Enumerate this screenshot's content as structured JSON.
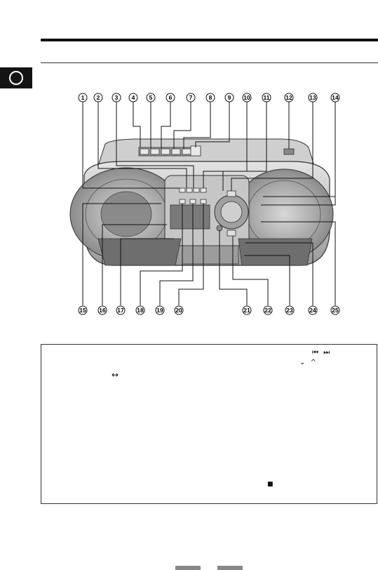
{
  "figure": {
    "callouts": [
      {
        "n": 1,
        "label": "①"
      },
      {
        "n": 2,
        "label": "②"
      },
      {
        "n": 3,
        "label": "③"
      },
      {
        "n": 4,
        "label": "④"
      },
      {
        "n": 5,
        "label": "⑤"
      },
      {
        "n": 6,
        "label": "⑥"
      },
      {
        "n": 7,
        "label": "⑦"
      },
      {
        "n": 8,
        "label": "⑧"
      },
      {
        "n": 9,
        "label": "⑨"
      },
      {
        "n": 10,
        "label": "⑩"
      },
      {
        "n": 11,
        "label": "⑪"
      },
      {
        "n": 12,
        "label": "⑫"
      },
      {
        "n": 13,
        "label": "⑬"
      },
      {
        "n": 14,
        "label": "⑭"
      },
      {
        "n": 15,
        "label": "⑮"
      },
      {
        "n": 16,
        "label": "⑯"
      },
      {
        "n": 17,
        "label": "⑰"
      },
      {
        "n": 18,
        "label": "⑱"
      },
      {
        "n": 19,
        "label": "⑲"
      },
      {
        "n": 20,
        "label": "⑳"
      },
      {
        "n": 21,
        "label": "㉑"
      },
      {
        "n": 22,
        "label": "㉒"
      },
      {
        "n": 23,
        "label": "㉓"
      },
      {
        "n": 24,
        "label": "㉔"
      },
      {
        "n": 25,
        "label": "㉕"
      }
    ]
  },
  "legend_box": {
    "skip_symbols": "⏮ ⏭",
    "updown_symbols": "⌄ ^",
    "swap_symbol": "↔",
    "stop_symbol": "■"
  },
  "colors": {
    "ink": "#111111",
    "body_gray": "#b8b8b8",
    "speaker_gray": "#9c9c9c",
    "dark_gray": "#6e6e6e",
    "side_tab": "#141414",
    "page_mark": "#888888"
  }
}
